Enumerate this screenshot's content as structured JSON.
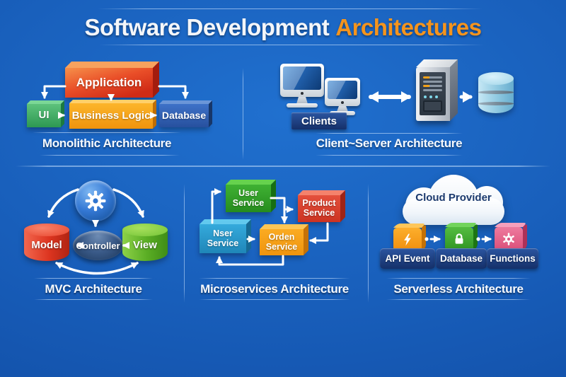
{
  "title": {
    "text_white": "Software Development",
    "text_orange": "Architectures"
  },
  "monolithic": {
    "label": "Monolithic Architecture",
    "application_box": "Application",
    "ui_box": "UI",
    "business_logic_box": "Business Logic",
    "database_box": "Database"
  },
  "client_server": {
    "label": "Client~Server Architecture",
    "clients_label": "Clients"
  },
  "mvc": {
    "label": "MVC Architecture",
    "model": "Model",
    "controller": "Controller",
    "view": "View"
  },
  "microservices": {
    "label": "Microservices Architecture",
    "user_service": "User Service",
    "product_service": "Product Service",
    "nser_service": "Nser Service",
    "orden_service": "Orden Service"
  },
  "serverless": {
    "label": "Serverless Architecture",
    "cloud_provider": "Cloud Provider",
    "api_event": "API Event",
    "database": "Database",
    "functions": "Functions"
  },
  "palette": {
    "background_blue": "#1659b4",
    "title_white": "#f4f6f9",
    "title_orange": "#f5941d",
    "application_red": "#d8341d",
    "ui_green": "#2d9852",
    "business_logic_orange": "#f0930c",
    "database_blue": "#27509e",
    "clients_plate_navy": "#15306a",
    "model_red": "#dd3520",
    "controller_navy": "#3a5a88",
    "view_green": "#5aad24",
    "gear_sphere_blue": "#3478d4",
    "user_service_green": "#268c1e",
    "product_service_red": "#cc3322",
    "nser_service_blue": "#1f86b8",
    "orden_service_orange": "#ef940e",
    "api_event_orange": "#f59d14",
    "database_cube_green": "#3da42d",
    "functions_pink": "#e05e86",
    "arrow_white": "#ffffff"
  }
}
